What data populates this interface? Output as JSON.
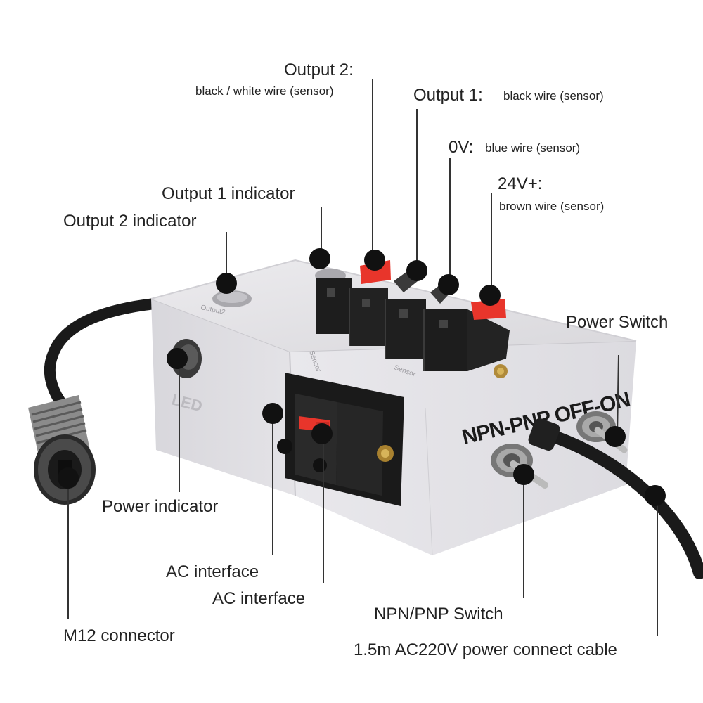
{
  "labels": {
    "output2_title": "Output 2:",
    "output2_sub": "black / white wire (sensor)",
    "output1_title": "Output 1:",
    "output1_sub": "black wire (sensor)",
    "ov_title": "0V:",
    "ov_sub": "blue wire (sensor)",
    "v24_title": "24V+:",
    "v24_sub": "brown wire (sensor)",
    "output1_indicator": "Output 1 indicator",
    "output2_indicator": "Output 2 indicator",
    "power_switch": "Power Switch",
    "power_indicator": "Power indicator",
    "ac_interface_1": "AC interface",
    "ac_interface_2": "AC interface",
    "npn_pnp_switch": "NPN/PNP Switch",
    "m12_connector": "M12 connector",
    "power_cable": "1.5m AC220V power connect cable"
  },
  "device": {
    "front_label": "NPN-PNP OFF-ON",
    "led_label": "LED"
  },
  "colors": {
    "box": "#e6e5e8",
    "terminal": "#1d1d1d",
    "lever_red": "#e8352b",
    "dot": "#111111",
    "line": "#333333"
  }
}
